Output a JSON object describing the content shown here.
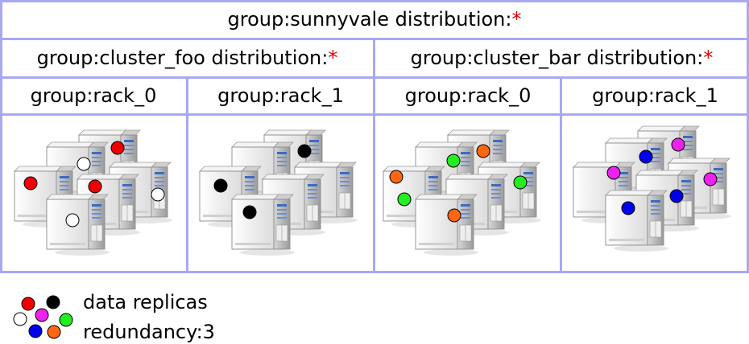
{
  "top": {
    "label": "group:sunnyvale distribution:",
    "star": "*"
  },
  "clusters": [
    {
      "label": "group:cluster_foo distribution:",
      "star": "*",
      "racks": [
        {
          "label": "group:rack_0",
          "replicas": [
            "#ee0000",
            "#ffffff",
            "#ee0000",
            "#ee0000",
            "#ffffff",
            "#ffffff"
          ]
        },
        {
          "label": "group:rack_1",
          "replicas": [
            "#000000",
            "#000000",
            "#000000"
          ]
        }
      ]
    },
    {
      "label": "group:cluster_bar distribution:",
      "star": "*",
      "racks": [
        {
          "label": "group:rack_0",
          "replicas": [
            "#ff6611",
            "#22ee22",
            "#ff6611",
            "#22ee22",
            "#22ee22",
            "#ff6611"
          ]
        },
        {
          "label": "group:rack_1",
          "replicas": [
            "#ee22ee",
            "#0000ee",
            "#ee22ee",
            "#ee22ee",
            "#0000ee",
            "#0000ee"
          ]
        }
      ]
    }
  ],
  "legend": {
    "line1": "data replicas",
    "line2": "redundancy:3",
    "dot_colors": [
      "#ee0000",
      "#000000",
      "#ee22ee",
      "#22ee22",
      "#ffffff",
      "#0000ee",
      "#ff6611"
    ]
  }
}
